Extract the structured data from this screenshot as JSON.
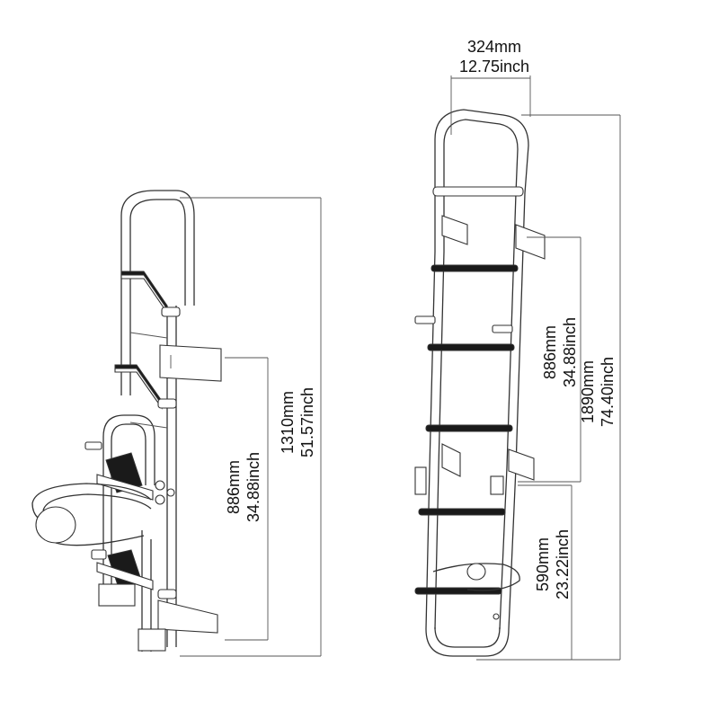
{
  "dimensions": {
    "width_top": {
      "mm": "324mm",
      "inch": "12.75inch"
    },
    "left_total_height": {
      "mm": "1310mm",
      "inch": "51.57inch"
    },
    "left_plate_span": {
      "mm": "886mm",
      "inch": "34.88inch"
    },
    "right_plate_span": {
      "mm": "886mm",
      "inch": "34.88inch"
    },
    "right_total_height": {
      "mm": "1890mm",
      "inch": "74.40inch"
    },
    "right_lower_height": {
      "mm": "590mm",
      "inch": "23.22inch"
    }
  },
  "colors": {
    "line": "#333333",
    "tread": "#1a1a1a",
    "background": "#ffffff"
  }
}
